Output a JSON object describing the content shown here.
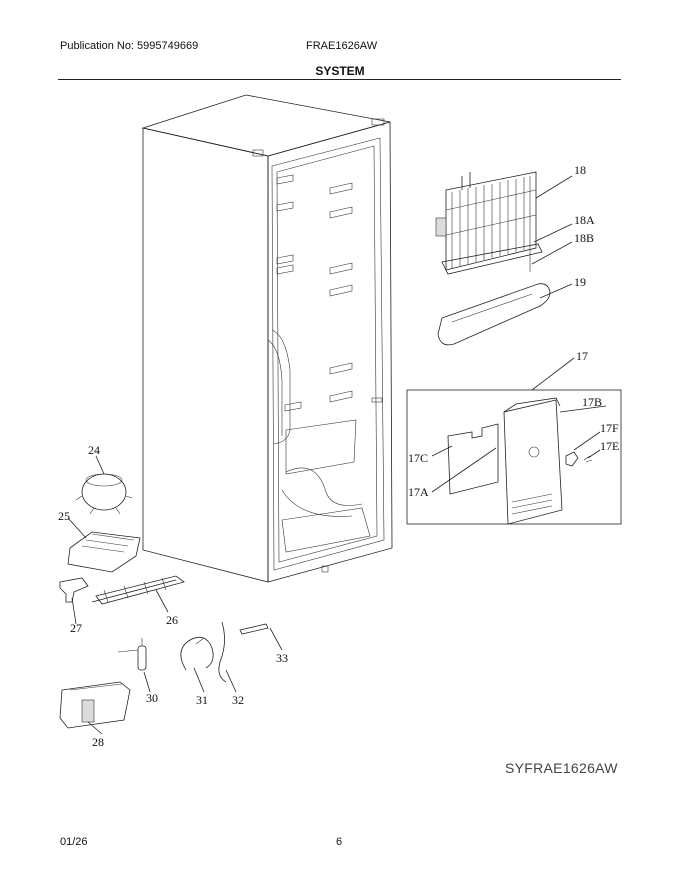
{
  "header": {
    "publication": "Publication No: 5995749669",
    "model": "FRAE1626AW",
    "section": "SYSTEM"
  },
  "callouts": {
    "c18": "18",
    "c18A": "18A",
    "c18B": "18B",
    "c19": "19",
    "c17": "17",
    "c17B": "17B",
    "c17F": "17F",
    "c17E": "17E",
    "c17C": "17C",
    "c17A": "17A",
    "c24": "24",
    "c25": "25",
    "c26": "26",
    "c27": "27",
    "c28": "28",
    "c30": "30",
    "c31": "31",
    "c32": "32",
    "c33": "33"
  },
  "diagram_code": "SYFRAE1626AW",
  "footer": {
    "date": "01/26",
    "page": "6"
  }
}
